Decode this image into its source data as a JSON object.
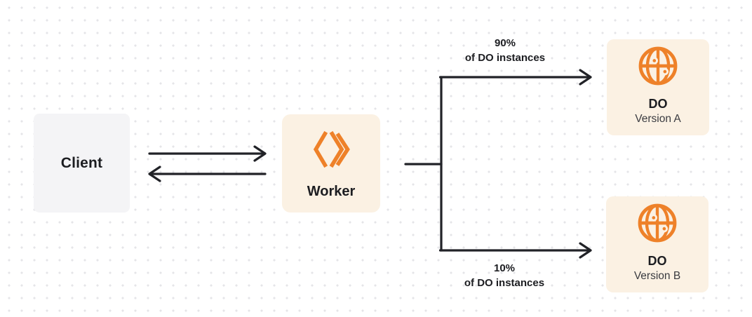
{
  "diagram": {
    "nodes": {
      "client": {
        "label": "Client"
      },
      "worker": {
        "label": "Worker",
        "icon": "workers-icon"
      },
      "do_version_a": {
        "title": "DO",
        "subtitle": "Version A",
        "icon": "globe-icon"
      },
      "do_version_b": {
        "title": "DO",
        "subtitle": "Version B",
        "icon": "globe-icon"
      }
    },
    "edges": {
      "client_worker_request": {
        "direction": "right"
      },
      "worker_client_response": {
        "direction": "left"
      },
      "split_top": {
        "percent": "90%",
        "caption": "of DO instances",
        "target": "DO Version A"
      },
      "split_bottom": {
        "percent": "10%",
        "caption": "of DO instances",
        "target": "DO Version B"
      }
    },
    "colors": {
      "accent_orange": "#EE8129",
      "node_cream": "#FBF1E3",
      "node_gray": "#F4F4F6",
      "line_dark": "#212227",
      "text_dark": "#1C1D21",
      "dot_grid": "#E5E5E8"
    }
  }
}
